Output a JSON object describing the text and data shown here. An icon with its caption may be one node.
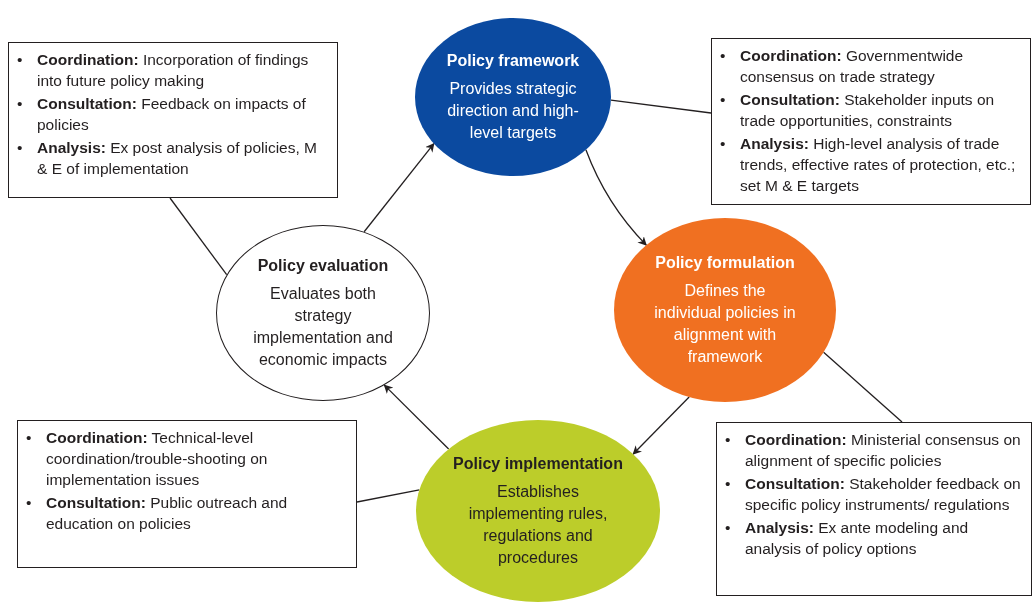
{
  "diagram": {
    "nodes": [
      {
        "text": [
          "**Coordination:** Incorporation of findings into future policy making",
          "**Consultation:** Feedback on impacts of policies",
          "**Analysis:** Ex post analysis of policies, M & E of implementation"
        ]
      },
      {
        "text": [
          "Policy framework",
          "Provides strategic direction and high-level targets"
        ]
      },
      {
        "text": [
          "**Coordination:** Governmentwide consensus on trade strategy",
          "**Consultation:** Stakeholder inputs on trade opportunities, constraints",
          "**Analysis:** High-level analysis of trade trends, effective rates of protection, etc.; set M & E targets"
        ]
      },
      {
        "text": [
          "Policy evaluation",
          "Evaluates both strategy implementation and economic impacts"
        ]
      },
      {
        "text": [
          "Policy formulation",
          "Defines the individual policies in alignment with framework"
        ]
      },
      {
        "text": [
          "**Coordination:** Technical-level coordination/trouble-shooting on implementation issues",
          "**Consultation:** Public outreach and education on policies"
        ]
      },
      {
        "text": [
          "Policy implementation",
          "Establishes implementing rules, regulations and procedures"
        ]
      },
      {
        "text": [
          "**Coordination:** Ministerial consensus on alignment of specific policies",
          "**Consultation:** Stakeholder feedback on specific policy instruments/ regulations",
          "**Analysis:** Ex ante modeling and analysis of policy options"
        ]
      }
    ],
    "edges": [
      {
        "from": 1,
        "to": 4,
        "arrow": "to"
      },
      {
        "from": 4,
        "to": 6,
        "arrow": "to"
      },
      {
        "from": 6,
        "to": 3,
        "arrow": "to"
      },
      {
        "from": 3,
        "to": 1,
        "arrow": "to"
      },
      {
        "from": 0,
        "to": 3,
        "arrow": "none"
      },
      {
        "from": 1,
        "to": 2,
        "arrow": "none"
      },
      {
        "from": 4,
        "to": 7,
        "arrow": "none"
      },
      {
        "from": 5,
        "to": 6,
        "arrow": "none"
      }
    ],
    "labels": [
      "•",
      "•",
      "•",
      "•",
      "•",
      "•",
      "•",
      "•",
      "•",
      "•",
      "•"
    ]
  }
}
